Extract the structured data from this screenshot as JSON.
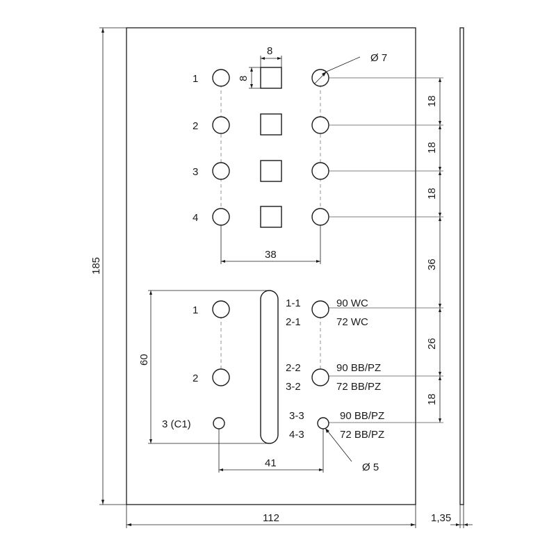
{
  "dimensions": {
    "total_height": "185",
    "total_width": "112",
    "thickness": "1,35",
    "square_width": "8",
    "square_height": "8",
    "hole_diameter_large": "Ø 7",
    "hole_diameter_small": "Ø 5",
    "row_spacing_1": "18",
    "row_spacing_2": "18",
    "row_spacing_3": "18",
    "gap_to_lower": "36",
    "lower_spacing_1": "26",
    "lower_spacing_2": "18",
    "column_spacing_top": "38",
    "slot_length": "60",
    "column_spacing_bottom": "41"
  },
  "upper_rows": [
    "1",
    "2",
    "3",
    "4"
  ],
  "lower_left_labels": [
    "1",
    "2",
    "3 (C1)"
  ],
  "lower_right_labels": {
    "pos_1": [
      "1-1",
      "2-1"
    ],
    "pos_2": [
      "2-2",
      "3-2"
    ],
    "pos_3": [
      "3-3",
      "4-3"
    ]
  },
  "lower_right_types": {
    "pos_1": [
      "90 WC",
      "72 WC"
    ],
    "pos_2": [
      "90 BB/PZ",
      "72 BB/PZ"
    ],
    "pos_3": [
      "90 BB/PZ",
      "72 BB/PZ"
    ]
  }
}
